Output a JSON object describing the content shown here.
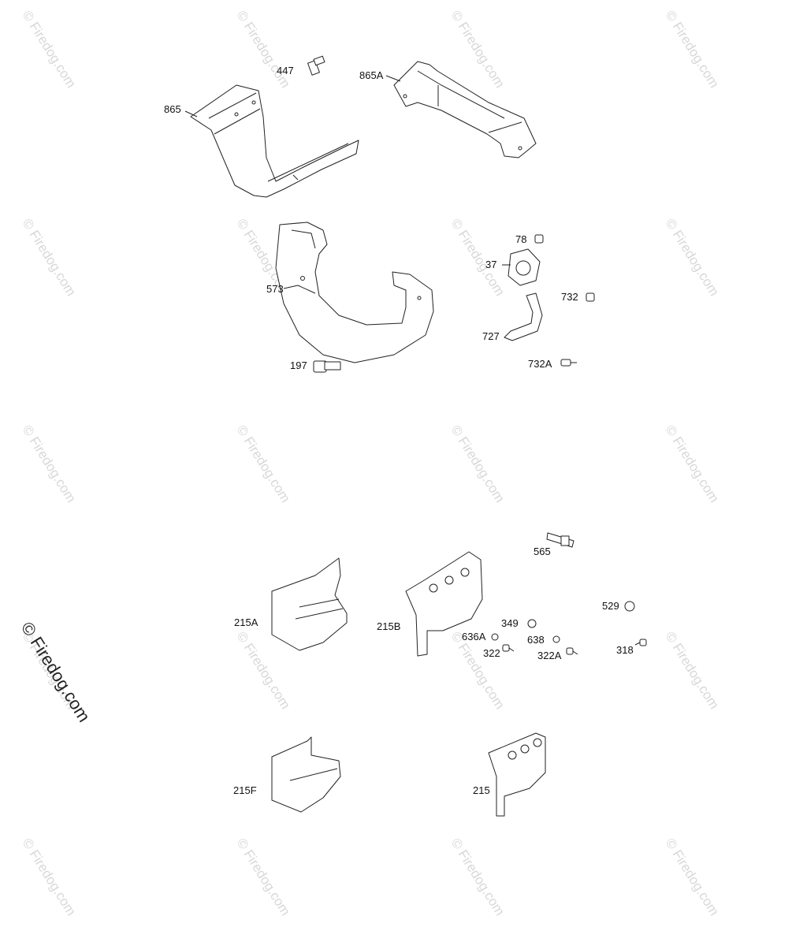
{
  "watermark": {
    "text": "© Firedog.com",
    "side_text": "© Firedog.com"
  },
  "parts": {
    "p447": "447",
    "p865A": "865A",
    "p865": "865",
    "p573": "573",
    "p78": "78",
    "p37": "37",
    "p732": "732",
    "p727": "727",
    "p732A": "732A",
    "p197": "197",
    "p565": "565",
    "p529": "529",
    "p349": "349",
    "p636A": "636A",
    "p638": "638",
    "p322": "322",
    "p322A": "322A",
    "p318": "318",
    "p215A": "215A",
    "p215B": "215B",
    "p215F": "215F",
    "p215": "215"
  }
}
